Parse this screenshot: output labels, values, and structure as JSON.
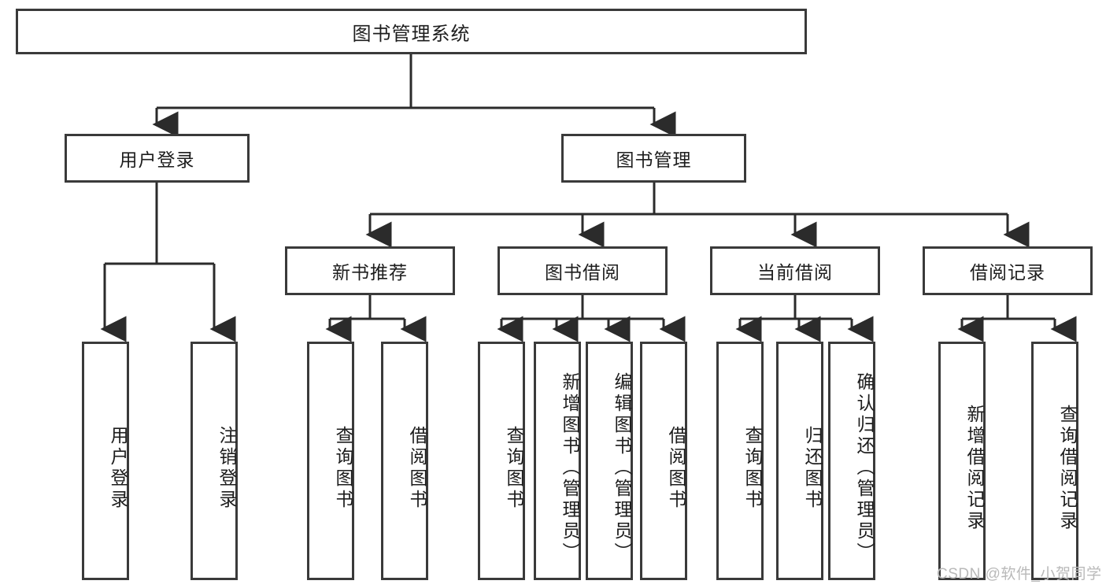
{
  "diagram": {
    "title": "图书管理系统",
    "type": "hierarchy-tree",
    "watermark": "CSDN @软件_小贺同学",
    "colors": {
      "box_border": "#3a3a3a",
      "box_fill": "#ffffff",
      "connector": "#2b2b2b",
      "text": "#1d1d1d",
      "watermark": "#b9b9b9"
    },
    "levels": {
      "level1": [
        {
          "id": "root",
          "label": "图书管理系统",
          "orientation": "horizontal"
        }
      ],
      "level2": [
        {
          "id": "user-login",
          "label": "用户登录",
          "orientation": "horizontal"
        },
        {
          "id": "book-manage",
          "label": "图书管理",
          "orientation": "horizontal"
        }
      ],
      "level3": [
        {
          "id": "new-book-rec",
          "label": "新书推荐",
          "orientation": "horizontal"
        },
        {
          "id": "book-borrow",
          "label": "图书借阅",
          "orientation": "horizontal"
        },
        {
          "id": "current-borrow",
          "label": "当前借阅",
          "orientation": "horizontal"
        },
        {
          "id": "borrow-record",
          "label": "借阅记录",
          "orientation": "horizontal"
        }
      ],
      "level4": [
        {
          "id": "leaf-user-login",
          "label": "用户登录",
          "parent": "user-login",
          "orientation": "vertical"
        },
        {
          "id": "leaf-user-logout",
          "label": "注销登录",
          "parent": "user-login",
          "orientation": "vertical"
        },
        {
          "id": "leaf-query-book-1",
          "label": "查询图书",
          "parent": "new-book-rec",
          "orientation": "vertical"
        },
        {
          "id": "leaf-borrow-book-1",
          "label": "借阅图书",
          "parent": "new-book-rec",
          "orientation": "vertical"
        },
        {
          "id": "leaf-query-book-2",
          "label": "查询图书",
          "parent": "book-borrow",
          "orientation": "vertical"
        },
        {
          "id": "leaf-add-book",
          "label": "新增图书（管理员）",
          "parent": "book-borrow",
          "orientation": "vertical"
        },
        {
          "id": "leaf-edit-book",
          "label": "编辑图书（管理员）",
          "parent": "book-borrow",
          "orientation": "vertical"
        },
        {
          "id": "leaf-borrow-book-2",
          "label": "借阅图书",
          "parent": "book-borrow",
          "orientation": "vertical"
        },
        {
          "id": "leaf-query-book-3",
          "label": "查询图书",
          "parent": "current-borrow",
          "orientation": "vertical"
        },
        {
          "id": "leaf-return-book",
          "label": "归还图书",
          "parent": "current-borrow",
          "orientation": "vertical"
        },
        {
          "id": "leaf-confirm-return",
          "label": "确认归还（管理员）",
          "parent": "current-borrow",
          "orientation": "vertical"
        },
        {
          "id": "leaf-add-record",
          "label": "新增借阅记录",
          "parent": "borrow-record",
          "orientation": "vertical"
        },
        {
          "id": "leaf-query-record",
          "label": "查询借阅记录",
          "parent": "borrow-record",
          "orientation": "vertical"
        }
      ]
    }
  }
}
